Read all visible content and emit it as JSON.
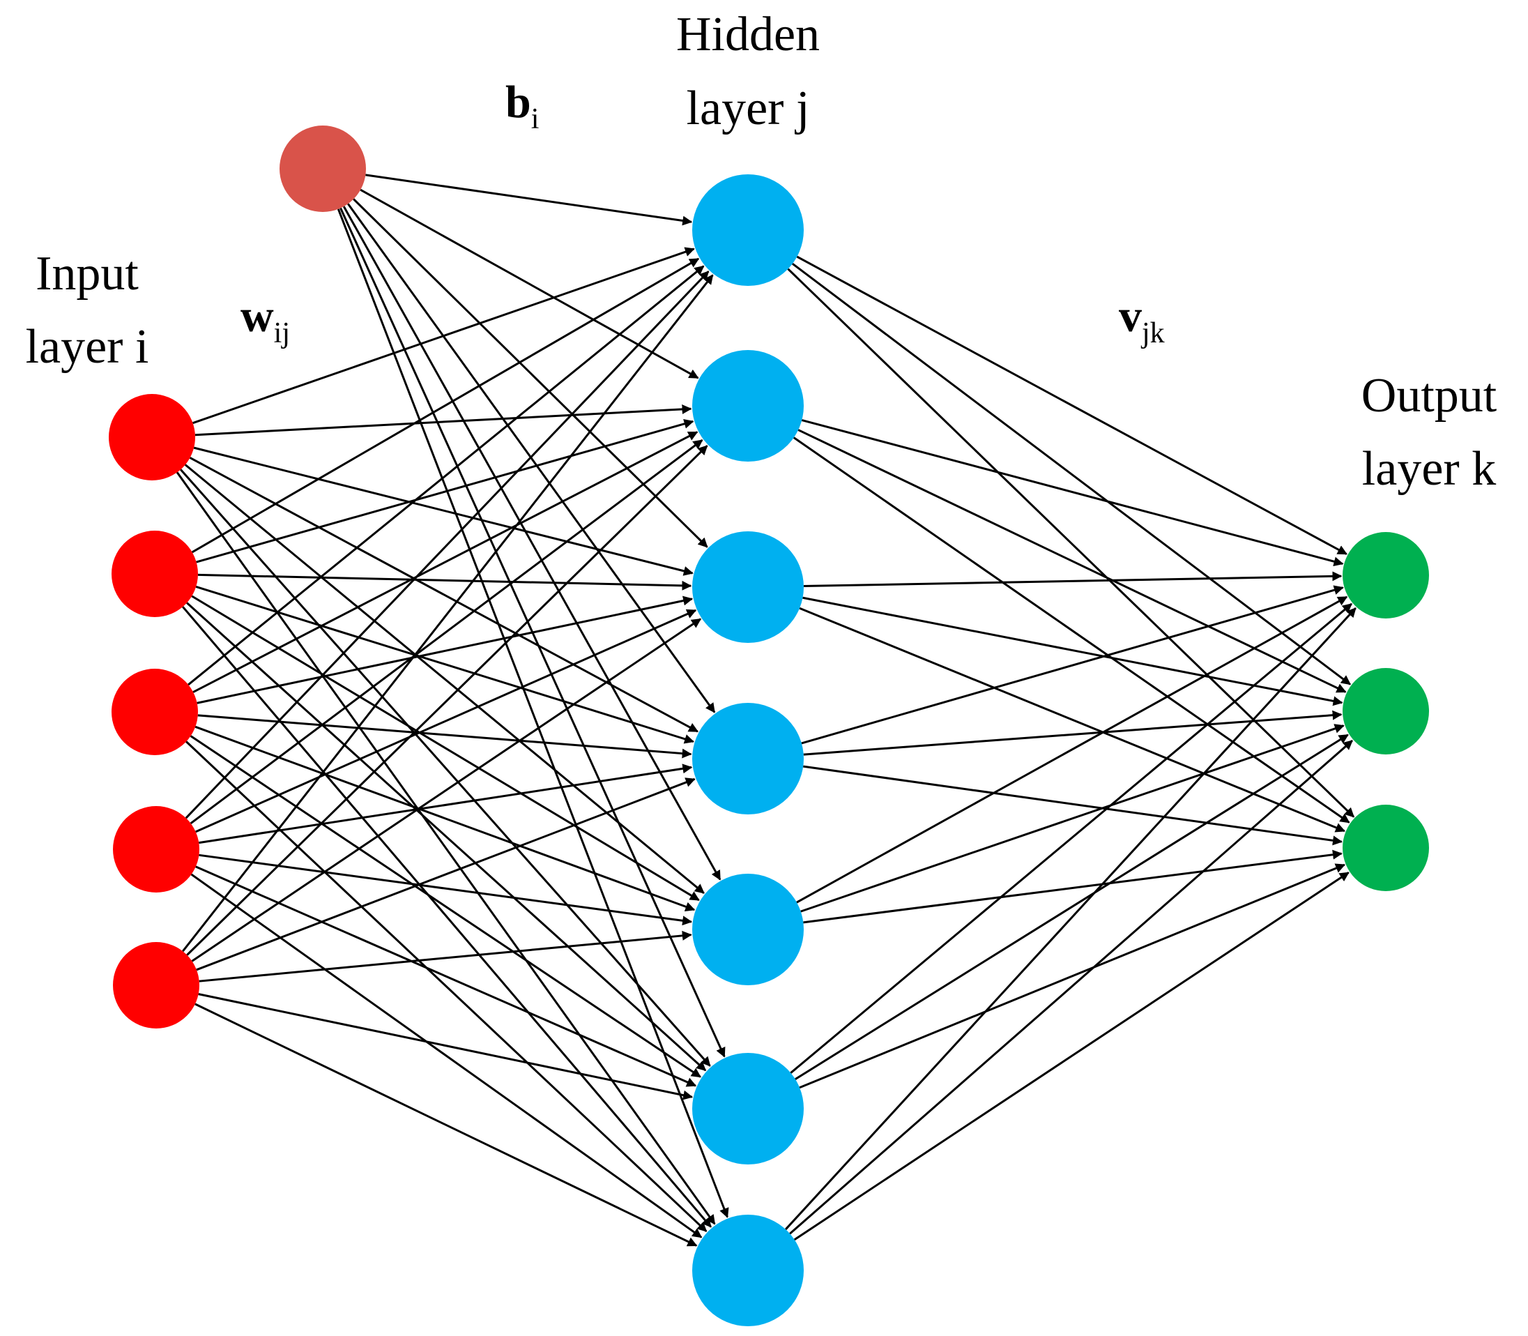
{
  "labels": {
    "input": [
      "Input",
      "layer i"
    ],
    "hidden": [
      "Hidden",
      "layer j"
    ],
    "output": [
      "Output",
      "layer k"
    ],
    "bias": {
      "symbol": "b",
      "sub": "i"
    },
    "weights_ih": {
      "symbol": "w",
      "sub": "ij"
    },
    "weights_ho": {
      "symbol": "v",
      "sub": "jk"
    }
  },
  "colors": {
    "input": "#ff0000",
    "bias": "#d9534a",
    "hidden": "#00b0f0",
    "output": "#00b050",
    "edge": "#000000"
  },
  "layers": {
    "input_count": 5,
    "bias_count": 1,
    "hidden_count": 7,
    "output_count": 3
  }
}
